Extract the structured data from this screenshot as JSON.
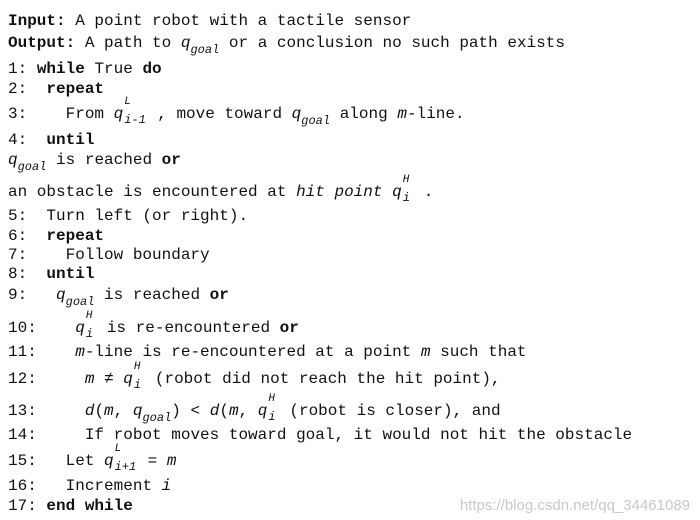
{
  "header": {
    "input_kw": "Input:",
    "input_text": "A point robot with a tactile sensor",
    "output_kw": "Output:",
    "output_text_a": "A path to",
    "output_text_b": "or a conclusion no such path exists"
  },
  "symbols": {
    "q": "q",
    "goal": "goal",
    "L": "L",
    "H": "H",
    "i": "i",
    "i_minus_1": "i-1",
    "i_plus_1": "i+1",
    "m": "m",
    "d": "d",
    "m_line": "m"
  },
  "lines": {
    "l1": {
      "num": "1:",
      "kw1": "while",
      "t1": "True",
      "kw2": "do"
    },
    "l2": {
      "num": "2:",
      "kw1": "repeat"
    },
    "l3": {
      "num": "3:",
      "t1": "From",
      "t2": ", move toward",
      "t3": "along",
      "t4": "-line."
    },
    "l4": {
      "num": "4:",
      "kw1": "until"
    },
    "l4b": {
      "t1": "is reached",
      "kw1": "or"
    },
    "l4c": {
      "t1": "an obstacle is encountered at",
      "t2": "hit point",
      "t3": "."
    },
    "l5": {
      "num": "5:",
      "t1": "Turn left (or right)."
    },
    "l6": {
      "num": "6:",
      "kw1": "repeat"
    },
    "l7": {
      "num": "7:",
      "t1": "Follow boundary"
    },
    "l8": {
      "num": "8:",
      "kw1": "until"
    },
    "l9": {
      "num": "9:",
      "t1": "is reached",
      "kw1": "or"
    },
    "l10": {
      "num": "10:",
      "t1": "is re-encountered",
      "kw1": "or"
    },
    "l11": {
      "num": "11:",
      "t1": "-line is re-encountered at a point",
      "t2": "such that"
    },
    "l12": {
      "num": "12:",
      "t1": "≠",
      "t2": "(robot did not reach the hit point),"
    },
    "l13": {
      "num": "13:",
      "t1": "(",
      "t2": ",",
      "t3": ") <",
      "t4": "(",
      "t5": ",",
      "t6": "(robot is closer), and"
    },
    "l14": {
      "num": "14:",
      "t1": "If robot moves toward goal, it would not hit the obstacle"
    },
    "l15": {
      "num": "15:",
      "t1": "Let",
      "t2": "="
    },
    "l16": {
      "num": "16:",
      "t1": "Increment"
    },
    "l17": {
      "num": "17:",
      "kw1": "end while"
    }
  },
  "watermark": "https://blog.csdn.net/qq_34461089"
}
